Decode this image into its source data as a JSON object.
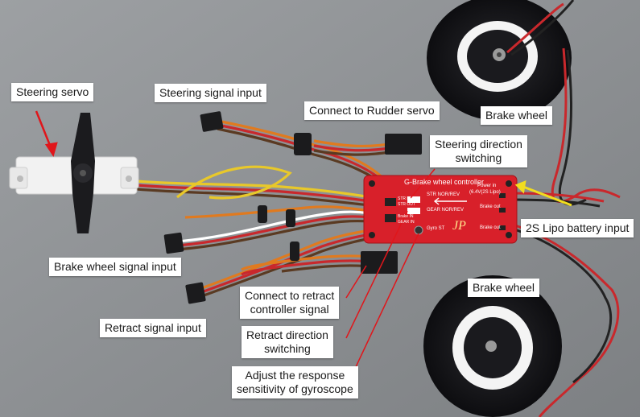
{
  "labels": {
    "steering_servo": "Steering servo",
    "steering_signal_input": "Steering signal input",
    "connect_rudder": "Connect to Rudder servo",
    "brake_wheel_top": "Brake wheel",
    "steering_direction": [
      "Steering direction",
      "switching"
    ],
    "lipo_input": "2S Lipo battery input",
    "brake_wheel_signal": "Brake wheel signal input",
    "connect_retract": [
      "Connect to retract",
      "controller signal"
    ],
    "brake_wheel_bottom": "Brake wheel",
    "retract_signal": "Retract signal input",
    "retract_direction": [
      "Retract direction",
      "switching"
    ],
    "gyro_sensitivity": [
      "Adjust the response",
      "sensitivity of gyroscope"
    ]
  },
  "board": {
    "title": "G-Brake wheel controller",
    "str_switch": "STR NOR/REV",
    "gear_switch": "GEAR NOR/REV",
    "gyro": "Gyro ST",
    "power_in": [
      "Power in",
      "(6.4V(2S Lipo)"
    ],
    "brake_out_1": "Brake out",
    "brake_out_2": "Brake out",
    "side_left": [
      "STR IN",
      "STR OUT"
    ],
    "side_right": [
      "Brake IN",
      "GEAR IN"
    ],
    "brand": "JP"
  },
  "colors": {
    "background": "#8e9194",
    "board": "#d8202a",
    "arrow_red": "#e0161b",
    "arrow_yellow": "#f2dd1f",
    "wire_orange": "#e07a1f",
    "wire_red": "#c9282c",
    "wire_brown": "#5a3a22",
    "wire_yellow": "#e8c82a"
  }
}
